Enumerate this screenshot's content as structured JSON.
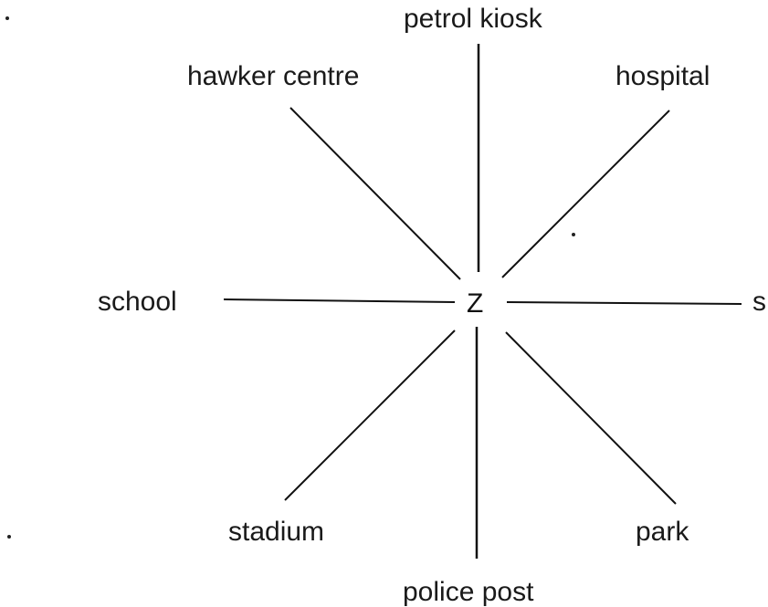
{
  "diagram": {
    "center_label": "Z",
    "labels": {
      "north": "petrol kiosk",
      "north_west": "hawker centre",
      "north_east": "hospital",
      "west": "school",
      "east": "s",
      "south_west": "stadium",
      "south": "police post",
      "south_east": "park"
    },
    "line_color": "#111111"
  }
}
